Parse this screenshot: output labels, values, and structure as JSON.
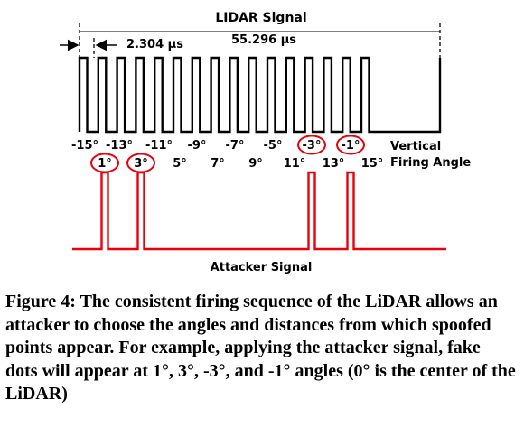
{
  "diagram": {
    "top_label": "LIDAR Signal",
    "bottom_label": "Attacker Signal",
    "period_label": "2.304 µs",
    "total_label": "55.296 µs",
    "angle_axis_label_line1": "Vertical",
    "angle_axis_label_line2": "Firing Angle",
    "upper_angles": [
      "-15°",
      "-13°",
      "-11°",
      "-9°",
      "-7°",
      "-5°",
      "-3°",
      "-1°"
    ],
    "lower_angles": [
      "1°",
      "3°",
      "5°",
      "7°",
      "9°",
      "11°",
      "13°",
      "15°"
    ],
    "circled_angles": [
      "1°",
      "3°",
      "-3°",
      "-1°"
    ],
    "lidar_pulse_count": 16,
    "attacker_pulse_angles": [
      "1°",
      "3°",
      "-3°",
      "-1°"
    ],
    "colors": {
      "lidar": "#000000",
      "attacker": "#e8000b",
      "circle": "#e8000b"
    }
  },
  "caption": "Figure 4: The consistent firing sequence of the LiDAR allows an attacker to choose the angles and distances from which spoofed points appear. For example, applying the attacker signal, fake dots will appear at 1°, 3°, -3°, and -1° angles (0° is the center of the LiDAR)"
}
